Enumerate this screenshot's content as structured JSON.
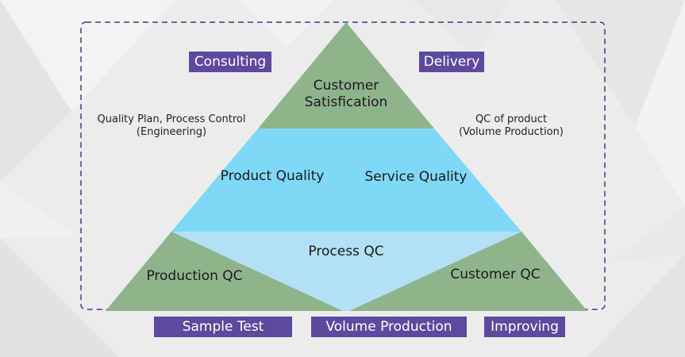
{
  "colors": {
    "background": "#ececec",
    "tag_bg": "#5b4a9e",
    "tag_text": "#ffffff",
    "green_layer": "#8fb48b",
    "blue_layer": "#7fd8f8",
    "light_blue_layer": "#b3e0f4",
    "dashed_border": "#3c3c8c"
  },
  "tags": {
    "consulting": "Consulting",
    "delivery": "Delivery",
    "sample_test": "Sample Test",
    "volume_production": "Volume Production",
    "improving": "Improving"
  },
  "notes": {
    "left": "Quality Plan, Process Control\n(Engineering)",
    "right": "QC of product\n(Volume Production)"
  },
  "pyramid": {
    "top": "Customer\nSatisfication",
    "product_quality": "Product Quality",
    "service_quality": "Service Quality",
    "process_qc": "Process QC",
    "production_qc": "Production QC",
    "customer_qc": "Customer QC"
  }
}
